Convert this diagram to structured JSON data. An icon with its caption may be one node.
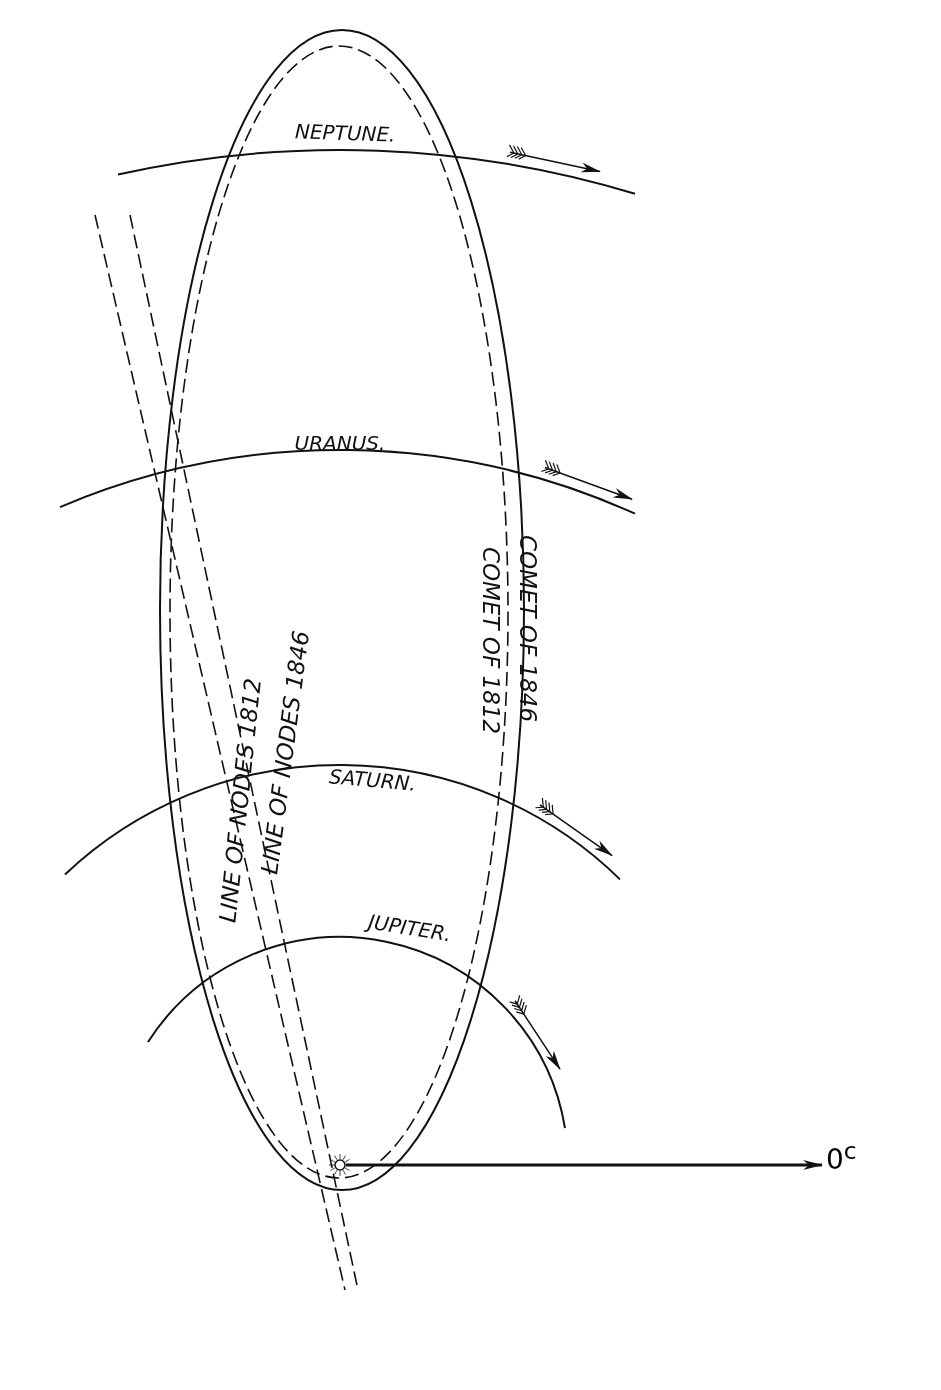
{
  "diagram": {
    "nodes": [
      {
        "text": [],
        "shape": "circle"
      },
      {
        "text": [
          "0$^{c}$"
        ]
      }
    ],
    "edges": [
      {
        "from": 0,
        "to": 1,
        "arrow": "to"
      }
    ],
    "labels": [
      "NEPTUNE.",
      "URANUS.",
      "COMET OF 1846",
      "COMET OF 1812",
      "LINE OF NODES 1846",
      "LINE OF NODES 1812",
      "SATURN.",
      "JUPITER."
    ]
  }
}
